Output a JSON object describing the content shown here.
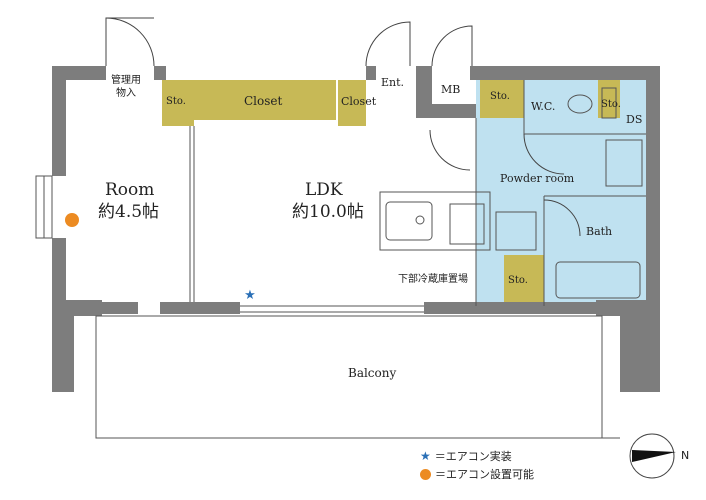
{
  "rooms": {
    "room": {
      "name": "Room",
      "size": "約4.5帖"
    },
    "ldk": {
      "name": "LDK",
      "size": "約10.0帖"
    },
    "balcony": "Balcony",
    "powder_room": "Powder room",
    "bath": "Bath",
    "wc": "W.C.",
    "ds": "DS",
    "mb": "MB",
    "entrance": "Ent."
  },
  "storage": {
    "sto_left": "Sto.",
    "closet_main": "Closet",
    "closet_right": "Closet",
    "sto_bath": "Sto.",
    "sto_wc": "Sto.",
    "sto_kitchen": "Sto."
  },
  "notes": {
    "management_line1": "管理用",
    "management_line2": "物入",
    "fridge_space": "下部冷蔵庫置場"
  },
  "legend": {
    "ac_installed": "＝エアコン実装",
    "ac_possible": "＝エアコン設置可能"
  },
  "compass": {
    "label": "N"
  },
  "colors": {
    "wall": "#7d7d7d",
    "storage": "#c7b956",
    "wet_area": "#bfe1f0",
    "ac_installed": "#2a6fb6",
    "ac_possible": "#ec8b22"
  }
}
